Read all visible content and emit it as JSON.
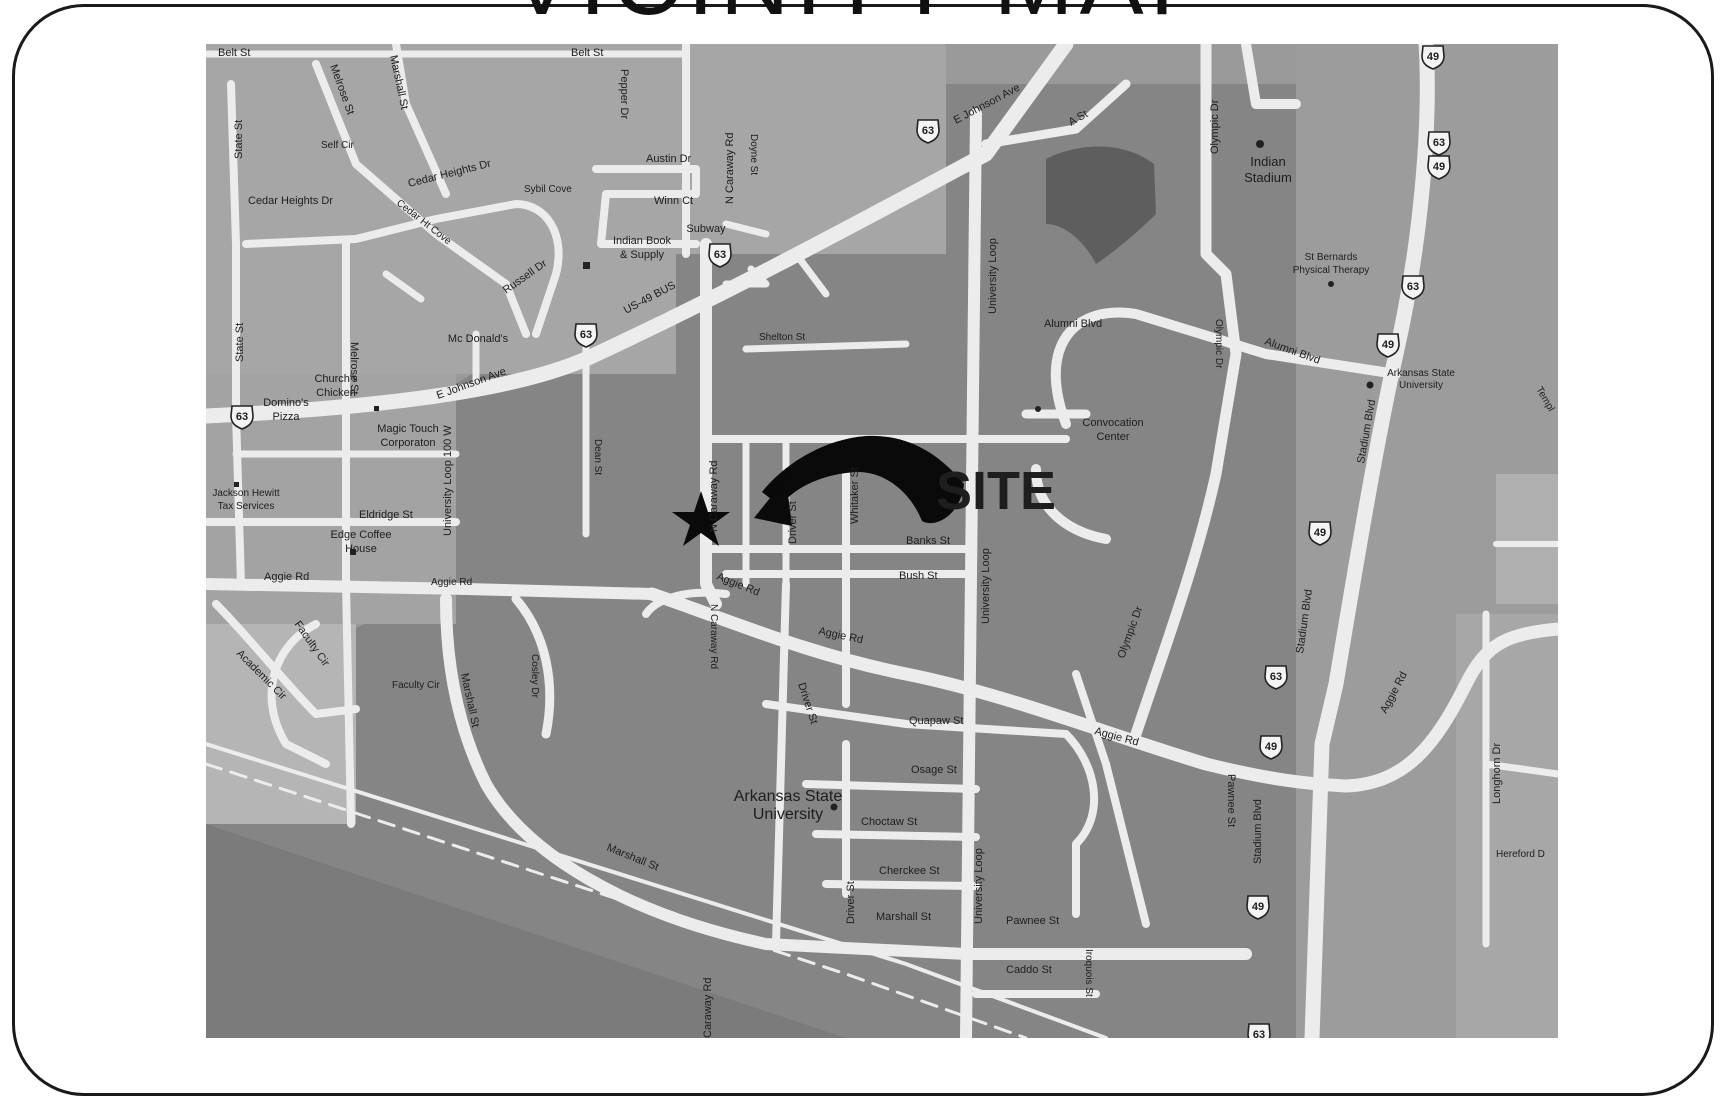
{
  "page": {
    "title": "VICINITY MAP"
  },
  "site_marker": {
    "label": "SITE",
    "colors": {
      "marker": "#0a0a0a"
    }
  },
  "colors": {
    "campus": "#858585",
    "block": "#a9a9a9",
    "road": "#ececec",
    "frame": "#1a1a1a",
    "pond": "#5e5e5e"
  },
  "streets": {
    "belt_st_1": "Belt St",
    "belt_st_2": "Belt St",
    "marshall_st_top": "Marshall St",
    "melrose_st_top": "Melrose St",
    "pepper_dr": "Pepper Dr",
    "self_cir": "Self Cir",
    "state_st_top": "State St",
    "cedar_heights_dr_1": "Cedar Heights Dr",
    "cedar_heights_dr_2": "Cedar Heights Dr",
    "sybil_cove": "Sybil Cove",
    "cedar_ht_cove": "Cedar Ht Cove",
    "austin_dr": "Austin Dr",
    "winn_ct": "Winn Ct",
    "n_caraway_rd_top": "N Caraway Rd",
    "doyne_st": "Doyne St",
    "e_johnson_ave_top": "E Johnson Ave",
    "a_st": "A St",
    "olympic_dr_top": "Olympic Dr",
    "university_loop_top": "University Loop",
    "us_49_bus": "US-49 BUS",
    "russell_dr": "Russell Dr",
    "melrose_st_mid": "Melrose St",
    "shelton_st": "Shelton St",
    "alumni_blvd_1": "Alumni Blvd",
    "alumni_blvd_2": "Alumni Blvd",
    "olympic_dr_mid": "Olympic Dr",
    "state_st_mid": "State St",
    "e_johnson_ave_bottom": "E Johnson Ave",
    "dean_st": "Dean St",
    "university_loop_100w": "University Loop 100 W",
    "eldridge_st": "Eldridge St",
    "n_caraway_rd_mid": "N Caraway Rd",
    "whitaker_st": "Whitaker St",
    "driver_st_1": "Driver St",
    "banks_st": "Banks St",
    "bush_st": "Bush St",
    "university_loop_mid": "University Loop",
    "aggie_rd_1": "Aggie Rd",
    "aggie_rd_2": "Aggie Rd",
    "aggie_rd_3": "Aggie Rd",
    "aggie_rd_4": "Aggie Rd",
    "aggie_rd_5": "Aggie Rd",
    "aggie_rd_6": "Aggie Rd",
    "n_caraway_rd_low": "N Caraway Rd",
    "olympic_dr_low": "Olympic Dr",
    "stadium_blvd_1": "Stadium Blvd",
    "stadium_blvd_2": "Stadium Blvd",
    "stadium_blvd_3": "Stadium Blvd",
    "faculty_cir_1": "Faculty Cir",
    "faculty_cir_2": "Faculty Cir",
    "academic_cir": "Academic Cir",
    "marshall_st_mid": "Marshall St",
    "cosley_dr": "Cosley Dr",
    "driver_st_2": "Driver St",
    "quapaw_st": "Quapaw St",
    "osage_st": "Osage St",
    "choctaw_st": "Choctaw St",
    "cherokee_st": "Cherckee St",
    "driver_st_3": "Driver St",
    "university_loop_bottom": "University Loop",
    "marshall_st_bottom_1": "Marshall St",
    "marshall_st_bottom_2": "Marshall St",
    "pawnee_st_1": "Pawnee St",
    "pawnee_st_2": "Pawnee St",
    "caddo_st": "Caddo St",
    "iroquois_st": "Iroquois St",
    "caraway_rd_bottom": "Caraway Rd",
    "longhorn_dr": "Longhorn Dr",
    "hereford_dr": "Hereford D",
    "temple_partial": "Templ"
  },
  "places": {
    "indian_stadium_1": "Indian",
    "indian_stadium_2": "Stadium",
    "st_bernards_1": "St Bernards",
    "st_bernards_2": "Physical Therapy",
    "asu_label_1": "Arkansas State",
    "asu_label_2": "University",
    "indian_book_1": "Indian Book",
    "indian_book_2": "& Supply",
    "subway": "Subway",
    "mcdonalds": "Mc Donald's",
    "churchs_1": "Church's",
    "churchs_2": "Chicken",
    "dominos_1": "Domino's",
    "dominos_2": "Pizza",
    "magic_touch_1": "Magic Touch",
    "magic_touch_2": "Corporaton",
    "jackson_hewitt_1": "Jackson Hewitt",
    "jackson_hewitt_2": "Tax Services",
    "edge_coffee_1": "Edge Coffee",
    "edge_coffee_2": "House",
    "convocation_1": "Convocation",
    "convocation_2": "Center",
    "asu_big_1": "Arkansas State",
    "asu_big_2": "University"
  },
  "shields": {
    "s1": "49",
    "s2": "63",
    "s3": "49",
    "s4": "63",
    "s5": "63",
    "s6": "63",
    "s7": "49",
    "s8": "63",
    "s9": "63",
    "s10": "49",
    "s11": "63",
    "s12": "49",
    "s13": "49",
    "s14": "63"
  }
}
